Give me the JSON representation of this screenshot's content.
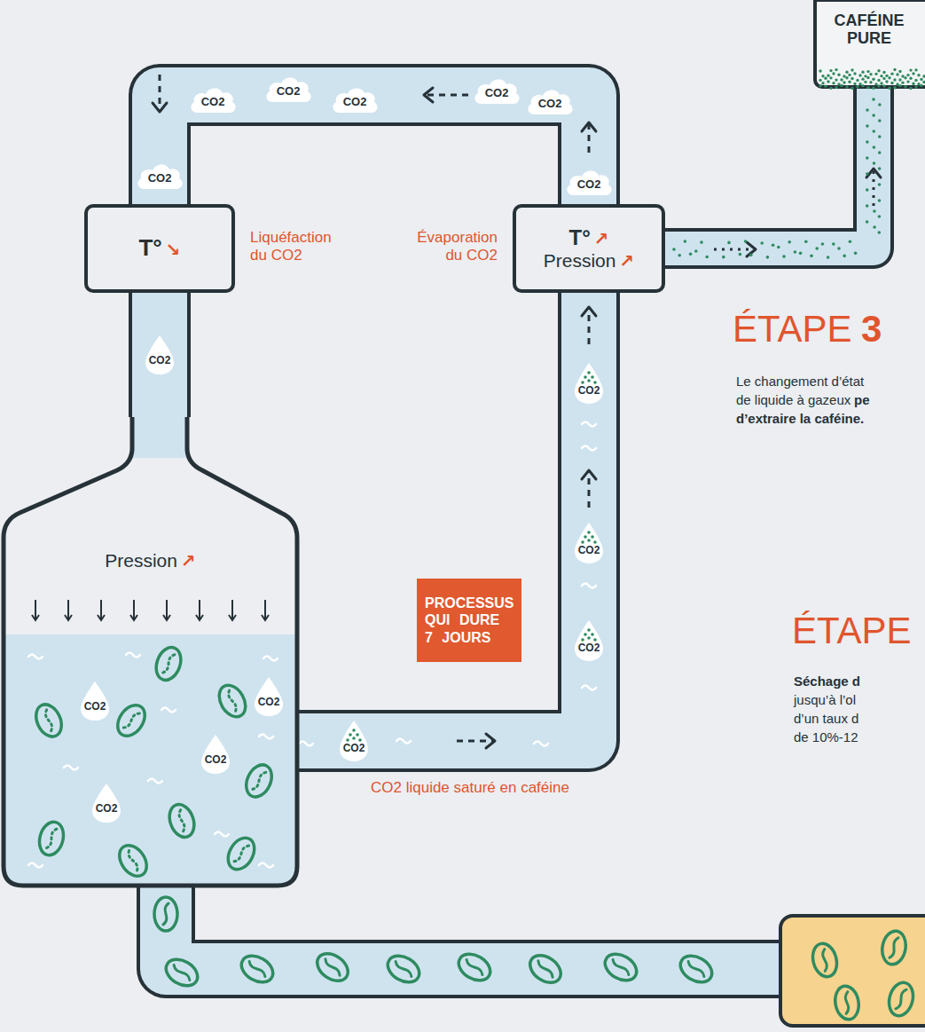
{
  "diagram": {
    "nodes": [
      {
        "text": [
          "CAFÉINE PURE"
        ]
      },
      {
        "text": [
          "CO2"
        ]
      },
      {
        "text": [
          "CO2"
        ]
      },
      {
        "text": [
          "CO2"
        ]
      },
      {
        "text": [
          "CO2"
        ]
      },
      {
        "text": [
          "CO2"
        ]
      },
      {
        "text": [
          "CO2"
        ]
      },
      {
        "text": [
          "CO2"
        ]
      },
      {
        "text": [
          "T°",
          "↘"
        ]
      },
      {
        "text": [
          "T°",
          "↗",
          "Pression",
          "↗"
        ]
      },
      {
        "text": [
          "CO2"
        ]
      },
      {
        "text": [
          "CO2"
        ]
      },
      {
        "text": [
          "Pression",
          "↗"
        ]
      },
      {
        "text": [
          "PROCESSUS QUI DURE 7 JOURS"
        ]
      },
      {
        "text": [
          "CO2"
        ]
      },
      {
        "text": [
          "CO2"
        ]
      },
      {
        "text": [
          "CO2"
        ]
      },
      {
        "text": [
          "CO2"
        ],
        "in": 12
      },
      {
        "text": [
          "CO2"
        ],
        "in": 12
      },
      {
        "text": [
          "CO2"
        ],
        "in": 12
      },
      {
        "text": [
          "CO2"
        ],
        "in": 12
      }
    ],
    "edges": [
      {
        "from": 8,
        "to": 12,
        "arrow": "none"
      },
      {
        "from": 12,
        "to": 9,
        "arrow": "none"
      },
      {
        "from": 9,
        "to": 8,
        "arrow": "none"
      },
      {
        "from": 9,
        "to": 0,
        "arrow": "none"
      }
    ],
    "labels": [
      "Liquéfaction du CO2",
      "Évaporation du CO2",
      "ÉTAPE",
      "3",
      "Le changement d’état",
      "de liquide à gazeux",
      "pe",
      "d’extraire la caféine.",
      "ÉTAPE",
      "Séchage d",
      "jusqu’à l’ol",
      "d’un taux d",
      "de 10%-12",
      "CO2 liquide saturé en caféine"
    ]
  }
}
